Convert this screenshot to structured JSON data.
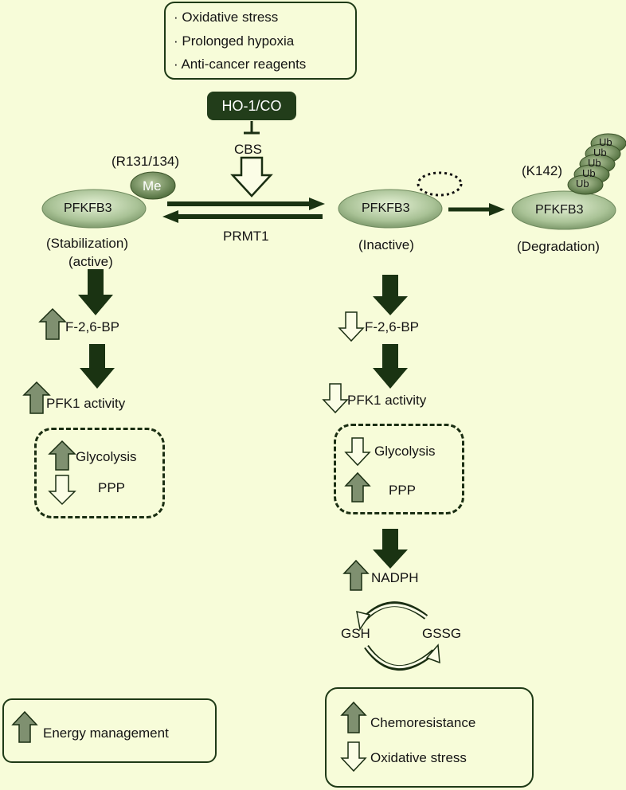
{
  "stress_box": {
    "items": [
      "· Oxidative stress",
      "· Prolonged hypoxia",
      "· Anti-cancer reagents"
    ]
  },
  "ho1_label": "HO-1/CO",
  "cbs_label": "CBS",
  "prmt1_label": "PRMT1",
  "left": {
    "site": "(R131/134)",
    "me": "Me",
    "enzyme": "PFKFB3",
    "state1": "(Stabilization)",
    "state2": "(active)",
    "f26bp": "F-2,6-BP",
    "pfk1": "PFK1 activity",
    "glycolysis": "Glycolysis",
    "ppp": "PPP",
    "energy": "Energy management"
  },
  "middle": {
    "enzyme": "PFKFB3",
    "state": "(Inactive)",
    "f26bp": "F-2,6-BP",
    "pfk1": "PFK1 activity",
    "glycolysis": "Glycolysis",
    "ppp": "PPP",
    "nadph": "NADPH",
    "gsh": "GSH",
    "gssg": "GSSG",
    "chemo": "Chemoresistance",
    "oxstress": "Oxidative stress"
  },
  "right": {
    "site": "(K142)",
    "enzyme": "PFKFB3",
    "state": "(Degradation)",
    "ub": [
      "Ub",
      "Ub",
      "Ub",
      "Ub",
      "Ub"
    ]
  },
  "colors": {
    "background": "#f7fcd9",
    "dark": "#1a3312",
    "ellipse": "#9ab88a",
    "arrow_fill": "#8a9a7a"
  }
}
